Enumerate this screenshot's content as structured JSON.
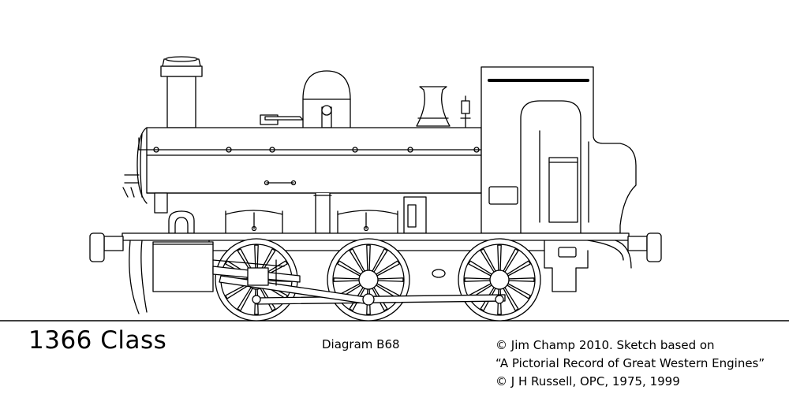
{
  "title": "1366 Class",
  "diagram": "Diagram B68",
  "credits": [
    "© Jim Champ 2010. Sketch based on",
    "“A Pictorial Record of Great Western Engines”",
    "© J H Russell, OPC, 1975, 1999"
  ]
}
